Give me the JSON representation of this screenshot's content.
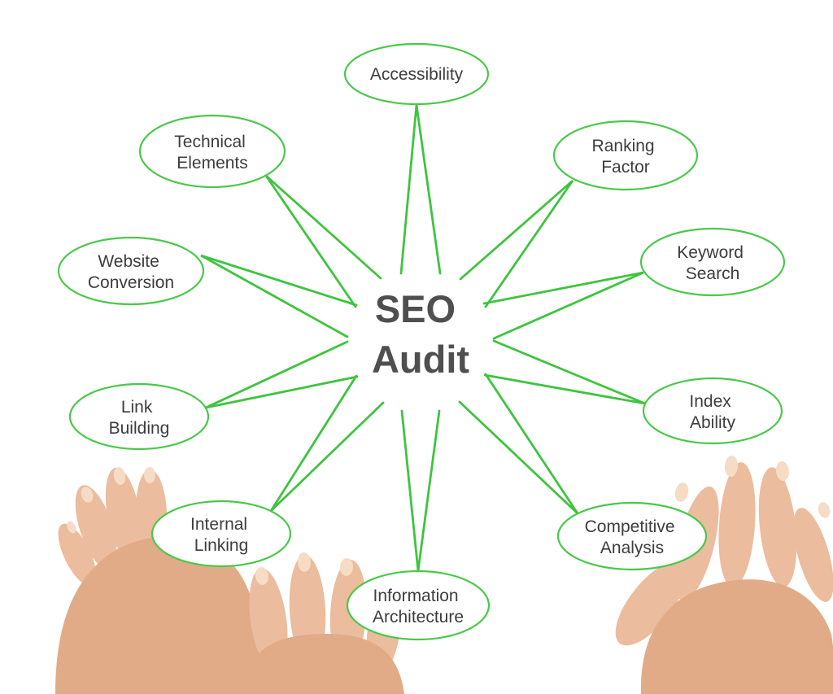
{
  "diagram": {
    "title": "SEO Audit mind map",
    "center": {
      "lines": [
        "SEO",
        "Audit"
      ]
    },
    "nodes": [
      {
        "id": "accessibility",
        "lines": [
          "Accessibility",
          ""
        ]
      },
      {
        "id": "technical-elements",
        "lines": [
          "Technical",
          "Elements"
        ]
      },
      {
        "id": "ranking-factor",
        "lines": [
          "Ranking",
          "Factor"
        ]
      },
      {
        "id": "website-conversion",
        "lines": [
          "Website",
          "Conversion"
        ]
      },
      {
        "id": "keyword-search",
        "lines": [
          "Keyword",
          "Search"
        ]
      },
      {
        "id": "link-building",
        "lines": [
          "Link",
          "Building"
        ]
      },
      {
        "id": "index-ability",
        "lines": [
          "Index",
          "Ability"
        ]
      },
      {
        "id": "internal-linking",
        "lines": [
          "Internal",
          "Linking"
        ]
      },
      {
        "id": "competitive-analysis",
        "lines": [
          "Competitive",
          "Analysis"
        ]
      },
      {
        "id": "information-architecture",
        "lines": [
          "Information",
          "Architecture"
        ]
      }
    ],
    "colors": {
      "connector_green": "#3ec43e",
      "ellipse_stroke_green": "#4ac84a",
      "label_text": "#3d3d3d",
      "center_text": "#4f4f4f",
      "background": "#ffffff"
    }
  }
}
